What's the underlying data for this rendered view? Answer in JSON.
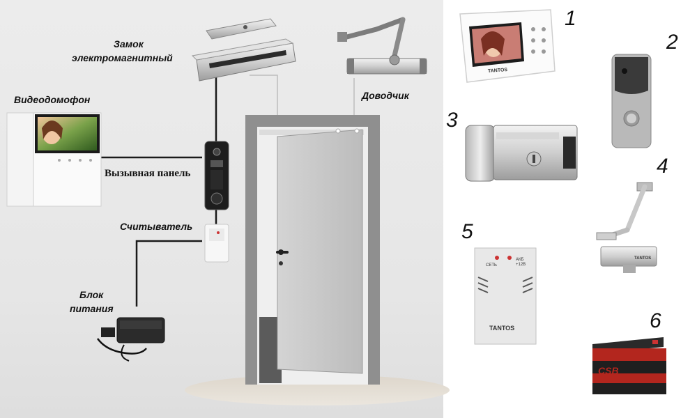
{
  "labels": {
    "lock": [
      "Замок",
      "электромагнитный"
    ],
    "closer": "Доводчик",
    "videophone": "Видеодомофон",
    "call_panel": "Вызывная панель",
    "reader": "Считыватель",
    "power": [
      "Блок",
      "питания"
    ]
  },
  "numbers": [
    "1",
    "2",
    "3",
    "4",
    "5",
    "6"
  ],
  "brand": "TANTOS",
  "psu_indicators": [
    "СЕТЬ",
    "АКБ"
  ],
  "psu_voltage": "+12В",
  "battery_brand": "CSB",
  "colors": {
    "wire": "#1a1a1a",
    "guide": "#bbbbbb",
    "door": "#c9c9c9",
    "frame": "#8c8c8c",
    "floor": "#d8d2c8",
    "battery_red": "#b3261e"
  }
}
